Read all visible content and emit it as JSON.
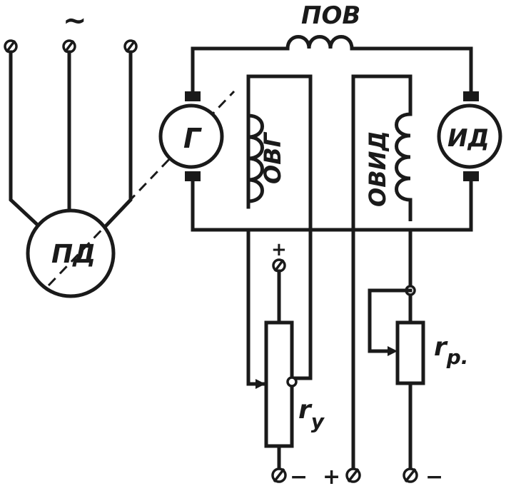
{
  "diagram": {
    "ac_symbol": "~",
    "field_winding_series": "ПОВ",
    "prime_motor": "ПД",
    "generator": "Г",
    "drive_motor": "ИД",
    "generator_field": "ОВГ",
    "motor_field": "ОВИД",
    "control_rheostat_letter": "r",
    "control_rheostat_sub": "y",
    "field_rheostat_letter": "r",
    "field_rheostat_sub": "р.",
    "plus_top": "+",
    "bottom_minus_left": "−",
    "bottom_plus": "+",
    "bottom_minus_right": "−"
  }
}
